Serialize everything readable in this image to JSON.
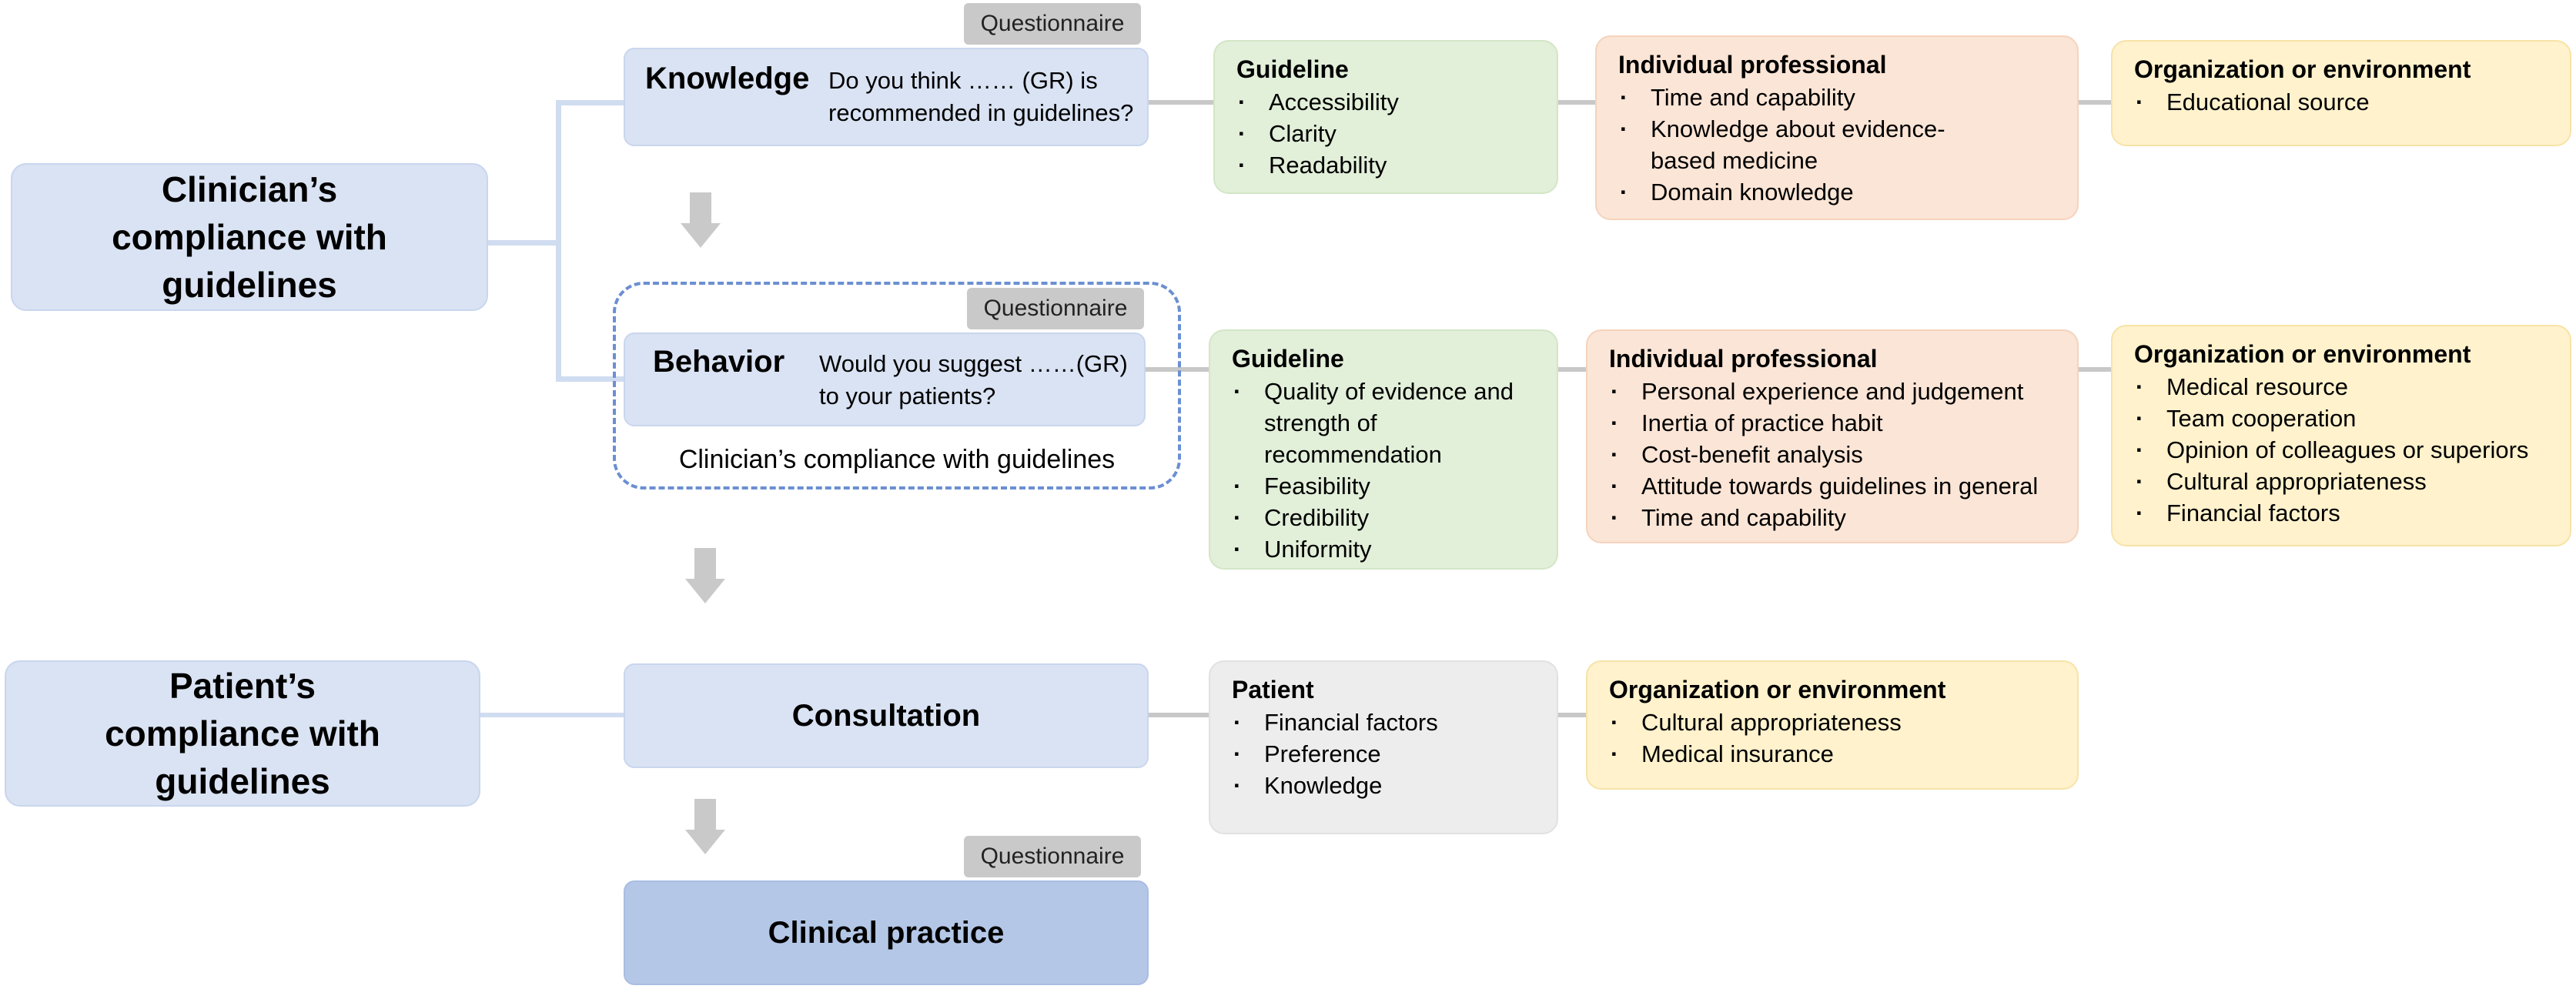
{
  "clinician_compliance": "Clinician’s compliance with guidelines",
  "patient_compliance": "Patient’s compliance with guidelines",
  "questionnaire": "Questionnaire",
  "knowledge": {
    "label": "Knowledge",
    "question": "Do you think …… (GR) is recommended in guidelines?"
  },
  "behavior": {
    "label": "Behavior",
    "question": "Would you suggest ……(GR) to your patients?",
    "caption": "Clinician’s compliance with guidelines"
  },
  "consultation": "Consultation",
  "clinical_practice": "Clinical practice",
  "knowledge_factors": {
    "guideline": {
      "title": "Guideline",
      "items": [
        "Accessibility",
        "Clarity",
        "Readability"
      ]
    },
    "individual": {
      "title": "Individual professional",
      "items": [
        "Time and capability",
        "Knowledge about evidence-based medicine",
        "Domain knowledge"
      ]
    },
    "organization": {
      "title": "Organization or environment",
      "items": [
        "Educational source"
      ]
    }
  },
  "behavior_factors": {
    "guideline": {
      "title": "Guideline",
      "items": [
        "Quality of evidence and strength of recommendation",
        "Feasibility",
        "Credibility",
        "Uniformity"
      ]
    },
    "individual": {
      "title": "Individual professional",
      "items": [
        "Personal experience and judgement",
        "Inertia of practice habit",
        "Cost-benefit analysis",
        "Attitude towards guidelines in general",
        "Time and capability"
      ]
    },
    "organization": {
      "title": "Organization or environment",
      "items": [
        "Medical resource",
        "Team cooperation",
        "Opinion of colleagues or superiors",
        "Cultural appropriateness",
        "Financial factors"
      ]
    }
  },
  "consultation_factors": {
    "patient": {
      "title": "Patient",
      "items": [
        "Financial factors",
        "Preference",
        "Knowledge"
      ]
    },
    "organization": {
      "title": "Organization or environment",
      "items": [
        "Cultural appropriateness",
        "Medical insurance"
      ]
    }
  }
}
